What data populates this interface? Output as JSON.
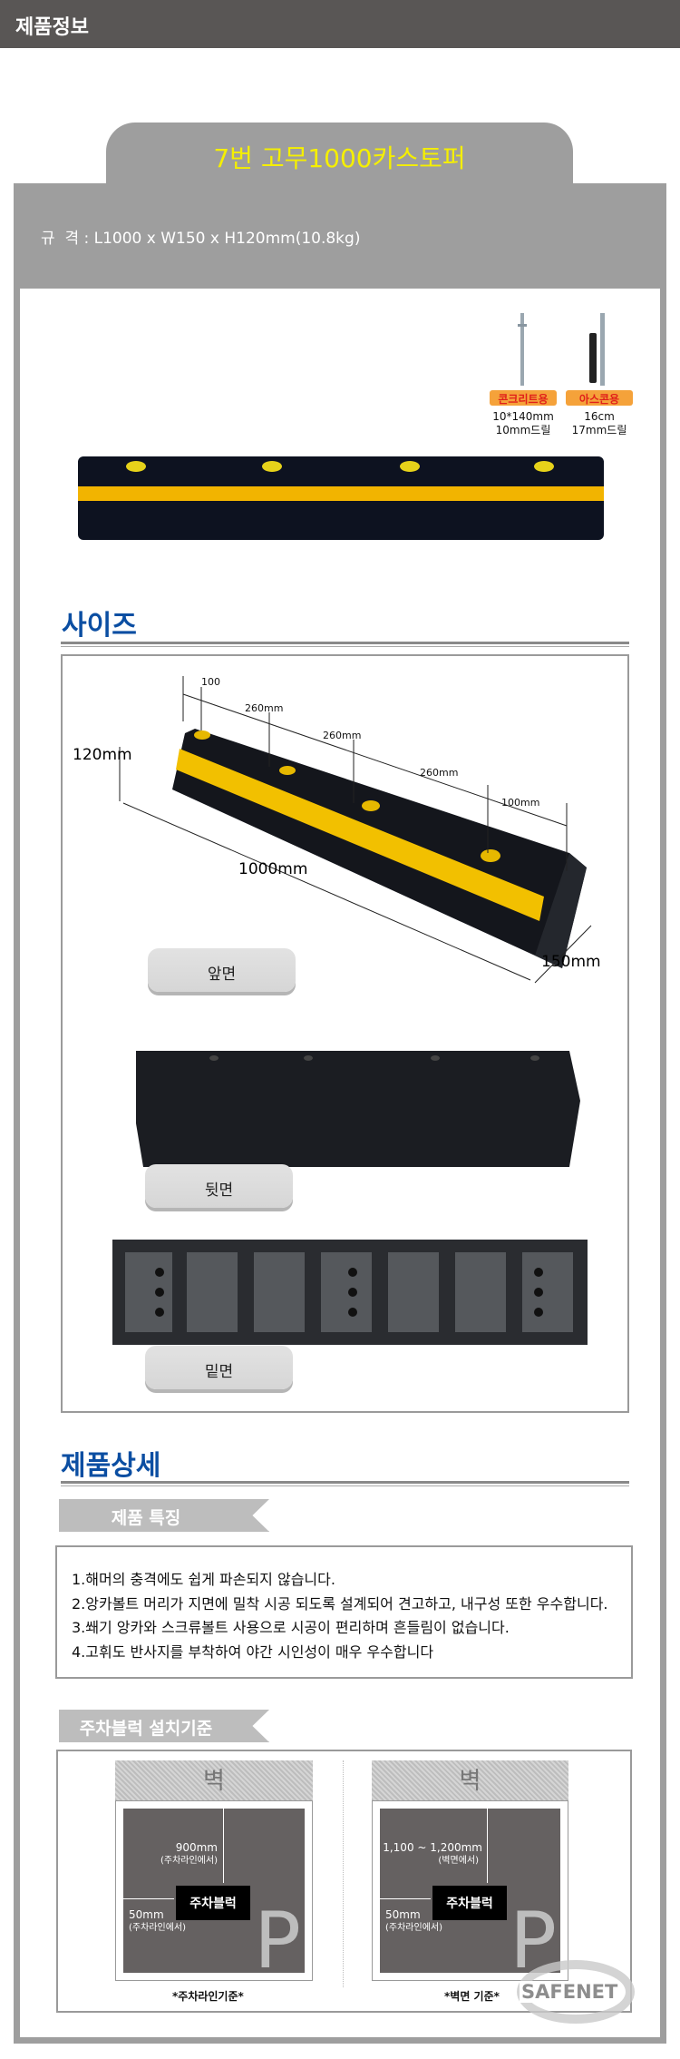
{
  "header": {
    "title": "제품정보"
  },
  "product": {
    "name": "7번 고무1000카스토퍼",
    "spec": "규  격 : L1000 x W150 x H120mm(10.8kg)"
  },
  "bolts": [
    {
      "tag": "콘크리트용",
      "line1": "10*140mm",
      "line2": "10mm드릴"
    },
    {
      "tag": "아스콘용",
      "line1": "16cm",
      "line2": "17mm드릴"
    }
  ],
  "size_section": {
    "title": "사이즈",
    "dimensions": {
      "height": "120mm",
      "length": "1000mm",
      "width": "150mm",
      "end1": "100",
      "gap1": "260mm",
      "gap2": "260mm",
      "gap3": "260mm",
      "end2": "100mm"
    },
    "views": [
      "앞면",
      "뒷면",
      "밑면"
    ]
  },
  "detail_section": {
    "title": "제품상세",
    "features_tab": "제품 특징",
    "features": [
      "1.해머의 충격에도 쉽게 파손되지 않습니다.",
      "2.앙카볼트 머리가 지면에 밀착 시공 되도록 설계되어 견고하고, 내구성 또한 우수합니다.",
      "3.쐐기 앙카와 스크류볼트 사용으로 시공이 편리하며 흔들림이 없습니다.",
      "4.고휘도 반사지를 부착하여 야간 시인성이 매우 우수합니다"
    ],
    "install_tab": "주차블럭 설치기준",
    "diagrams": [
      {
        "wall": "벽",
        "vertical": "900mm",
        "vertical_note": "(주차라인에서)",
        "block": "주차블럭",
        "horizontal": "50mm",
        "horizontal_note": "(주차라인에서)",
        "parking": "P",
        "caption": "*주차라인기준*"
      },
      {
        "wall": "벽",
        "vertical": "1,100 ~ 1,200mm",
        "vertical_note": "(벽면에서)",
        "block": "주차블럭",
        "horizontal": "50mm",
        "horizontal_note": "(주차라인에서)",
        "parking": "P",
        "caption": "*벽면 기준*"
      }
    ],
    "logo": "SAFENET"
  },
  "colors": {
    "header": "#595655",
    "panel": "#9e9e9e",
    "title": "#f5ef00",
    "heading": "#0b4ea2",
    "stripe": "#f2b400"
  }
}
